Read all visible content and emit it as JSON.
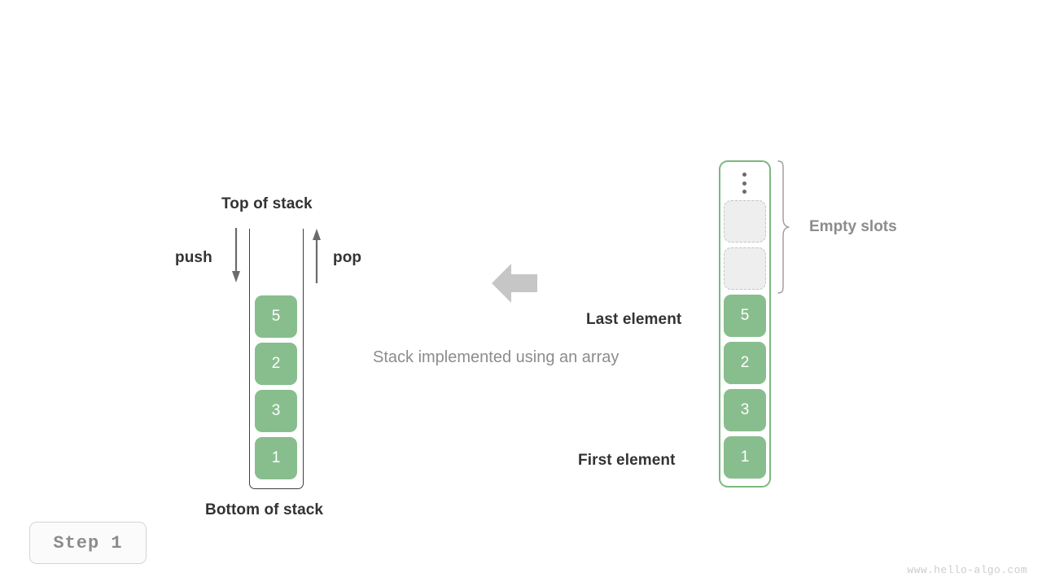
{
  "diagram": {
    "caption": "Stack implemented using an array",
    "step_label": "Step 1",
    "watermark": "www.hello-algo.com",
    "colors": {
      "cell_fill": "#88be8e",
      "cell_text": "#ffffff",
      "empty_slot_fill": "#eeeeee",
      "empty_slot_border": "#c4c4c4",
      "array_border": "#7cb87f",
      "stack_border": "#3f3f3f",
      "label_dark": "#333333",
      "label_gray": "#8c8c8c",
      "transform_arrow": "#c6c6c6"
    }
  },
  "stack": {
    "top_label": "Top of stack",
    "bottom_label": "Bottom of stack",
    "push_label": "push",
    "pop_label": "pop",
    "cells": [
      "5",
      "2",
      "3",
      "1"
    ]
  },
  "array": {
    "empty_slots_label": "Empty slots",
    "last_element_label": "Last element",
    "first_element_label": "First element",
    "ellipsis_icon": "vertical-ellipsis-icon",
    "empty_slots": [
      "",
      ""
    ],
    "cells": [
      "5",
      "2",
      "3",
      "1"
    ]
  },
  "icons": {
    "push_arrow": "arrow-down-icon",
    "pop_arrow": "arrow-up-icon",
    "transform_arrow": "arrow-left-icon",
    "brace": "curly-brace-icon"
  }
}
